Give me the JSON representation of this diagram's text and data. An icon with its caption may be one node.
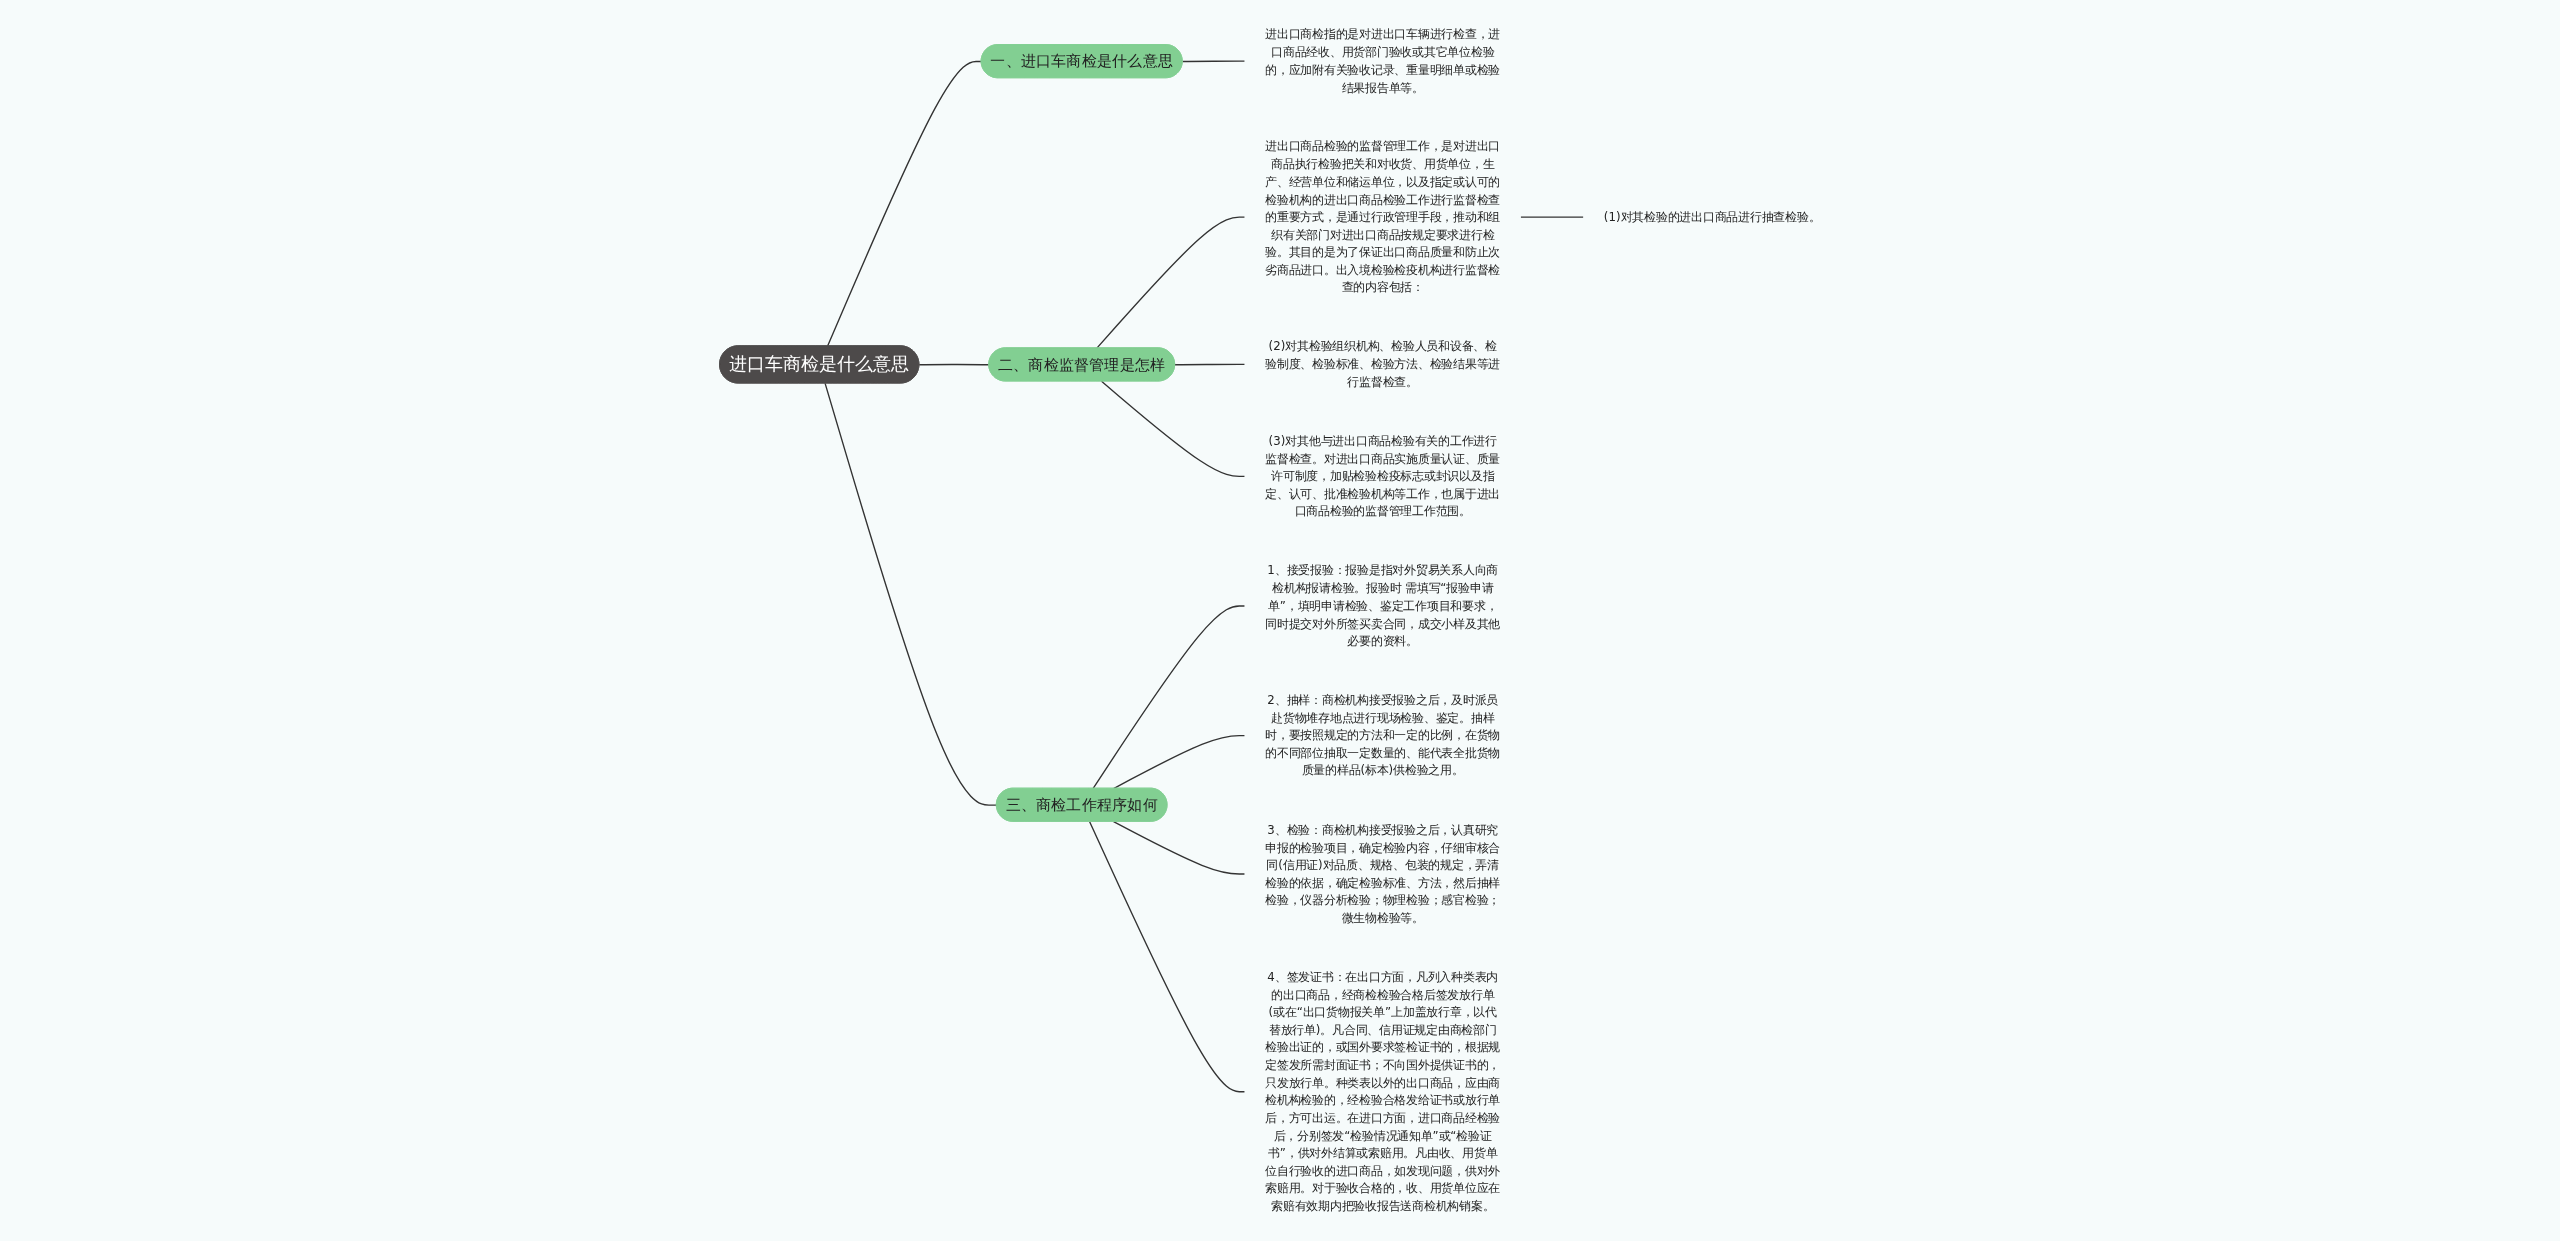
{
  "diagram": {
    "nodes": [
      {
        "text": [
          "进口车商检是什么意思"
        ]
      },
      {
        "text": [
          "一、进口车商检是什么意思"
        ]
      },
      {
        "text": [
          "进出口商检指的是对进出口车辆进行检查，进口商品经收、用货部门验收或其它单位检验的，应加附有关验收记录、重量明细单或检验结果报告单等。"
        ]
      },
      {
        "text": [
          "二、商检监督管理是怎样"
        ]
      },
      {
        "text": [
          "进出口商品检验的监督管理工作，是对进出口商品执行检验把关和对收货、用货单位，生产、经营单位和储运单位，以及指定或认可的检验机构的进出口商品检验工作进行监督检查的重要方式，是通过行政管理手段，推动和组织有关部门对进出口商品按规定要求进行检验。其目的是为了保证出口商品质量和防止次劣商品进口。出入境检验检疫机构进行监督检查的内容包括："
        ]
      },
      {
        "text": [
          "(1)对其检验的进出口商品进行抽查检验。"
        ]
      },
      {
        "text": [
          "(2)对其检验组织机构、检验人员和设备、检验制度、检验标准、检验方法、检验结果等进行监督检查。"
        ]
      },
      {
        "text": [
          "(3)对其他与进出口商品检验有关的工作进行监督检查。对进出口商品实施质量认证、质量许可制度，加贴检验检疫标志或封识以及指定、认可、批准检验机构等工作，也属于进出口商品检验的监督管理工作范围。"
        ]
      },
      {
        "text": [
          "三、商检工作程序如何"
        ]
      },
      {
        "text": [
          "1、接受报验：报验是指对外贸易关系人向商检机构报请检验。报验时 需填写“报验申请单”，填明申请检验、鉴定工作项目和要求，同时提交对外所签买卖合同，成交小样及其他必要的资料。"
        ]
      },
      {
        "text": [
          "2、抽样：商检机构接受报验之后，及时派员赴货物堆存地点进行现场检验、鉴定。抽样时，要按照规定的方法和一定的比例，在货物的不同部位抽取一定数量的、能代表全批货物质量的样品(标本)供检验之用。"
        ]
      },
      {
        "text": [
          "3、检验：商检机构接受报验之后，认真研究申报的检验项目，确定检验内容，仔细审核合同(信用证)对品质、规格、包装的规定，弄清检验的依据，确定检验标准、方法，然后抽样检验，仪器分析检验；物理检验；感官检验；微生物检验等。"
        ]
      },
      {
        "text": [
          "4、签发证书：在出口方面，凡列入种类表内的出口商品，经商检检验合格后签发放行单(或在“出口货物报关单”上加盖放行章，以代替放行单)。凡合同、信用证规定由商检部门检验出证的，或国外要求签检证书的，根据规定签发所需封面证书；不向国外提供证书的，只发放行单。种类表以外的出口商品，应由商检机构检验的，经检验合格发给证书或放行单后，方可出运。在进口方面，进口商品经检验后，分别签发“检验情况通知单”或“检验证书”，供对外结算或索赔用。凡由收、用货单位自行验收的进口商品，如发现问题，供对外索赔用。对于验收合格的，收、用货单位应在索赔有效期内把验收报告送商检机构销案。"
        ]
      }
    ],
    "edges": [
      {
        "from": 0,
        "to": 1,
        "arrow": "none"
      },
      {
        "from": 1,
        "to": 2,
        "arrow": "none"
      },
      {
        "from": 0,
        "to": 3,
        "arrow": "none"
      },
      {
        "from": 3,
        "to": 4,
        "arrow": "none"
      },
      {
        "from": 4,
        "to": 5,
        "arrow": "none"
      },
      {
        "from": 3,
        "to": 6,
        "arrow": "none"
      },
      {
        "from": 3,
        "to": 7,
        "arrow": "none"
      },
      {
        "from": 0,
        "to": 8,
        "arrow": "none"
      },
      {
        "from": 8,
        "to": 9,
        "arrow": "none"
      },
      {
        "from": 8,
        "to": 10,
        "arrow": "none"
      },
      {
        "from": 8,
        "to": 11,
        "arrow": "none"
      },
      {
        "from": 8,
        "to": 12,
        "arrow": "none"
      }
    ]
  }
}
